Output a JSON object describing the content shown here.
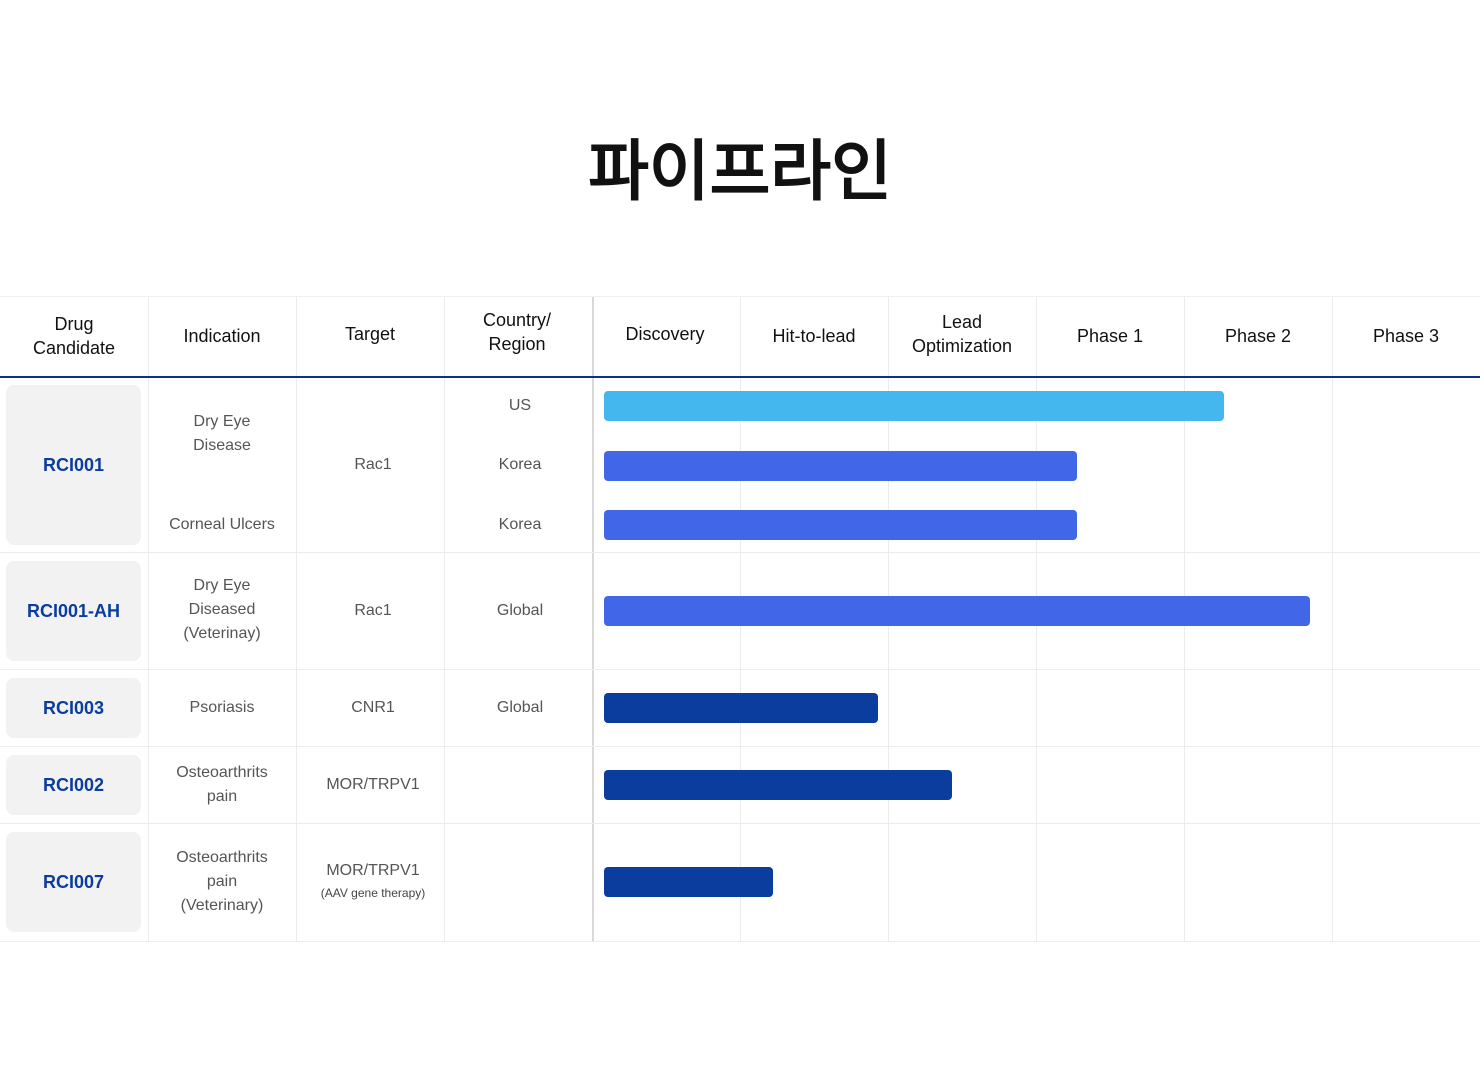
{
  "title": "파이프라인",
  "headers": [
    "Drug\nCandidate",
    "Indication",
    "Target",
    "Country/\nRegion",
    "Discovery",
    "Hit-to-lead",
    "Lead\nOptimization",
    "Phase 1",
    "Phase 2",
    "Phase 3"
  ],
  "rows": [
    {
      "candidate": "RCI001",
      "indications": [
        "Dry Eye\nDisease",
        "Corneal Ulcers"
      ],
      "target": "Rac1",
      "countries": [
        "US",
        "Korea",
        "Korea"
      ]
    },
    {
      "candidate": "RCI001-AH",
      "indication": "Dry Eye\nDiseased\n(Veterinay)",
      "target": "Rac1",
      "country": "Global"
    },
    {
      "candidate": "RCI003",
      "indication": "Psoriasis",
      "target": "CNR1",
      "country": "Global"
    },
    {
      "candidate": "RCI002",
      "indication": "Osteoarthrits\npain",
      "target": "MOR/TRPV1",
      "country": ""
    },
    {
      "candidate": "RCI007",
      "indication": "Osteoarthrits\npain\n(Veterinary)",
      "target": "MOR/TRPV1",
      "target_note": "(AAV gene therapy)",
      "country": ""
    }
  ],
  "chart_data": {
    "type": "bar",
    "orientation": "horizontal",
    "stages": [
      "Discovery",
      "Hit-to-lead",
      "Lead Optimization",
      "Phase 1",
      "Phase 2",
      "Phase 3"
    ],
    "xlim": [
      0,
      6
    ],
    "bars": [
      {
        "candidate": "RCI001",
        "region": "US",
        "progress": 4.27,
        "color": "#44b8ee"
      },
      {
        "candidate": "RCI001",
        "region": "Korea",
        "progress": 3.28,
        "color": "#4166e8"
      },
      {
        "candidate": "RCI001",
        "region": "Korea",
        "progress": 3.28,
        "color": "#4166e8"
      },
      {
        "candidate": "RCI001-AH",
        "region": "Global",
        "progress": 4.85,
        "color": "#4166e8"
      },
      {
        "candidate": "RCI003",
        "region": "Global",
        "progress": 1.93,
        "color": "#0a3d9e"
      },
      {
        "candidate": "RCI002",
        "region": "",
        "progress": 2.43,
        "color": "#0a3d9e"
      },
      {
        "candidate": "RCI007",
        "region": "",
        "progress": 1.22,
        "color": "#0a3d9e"
      }
    ]
  }
}
